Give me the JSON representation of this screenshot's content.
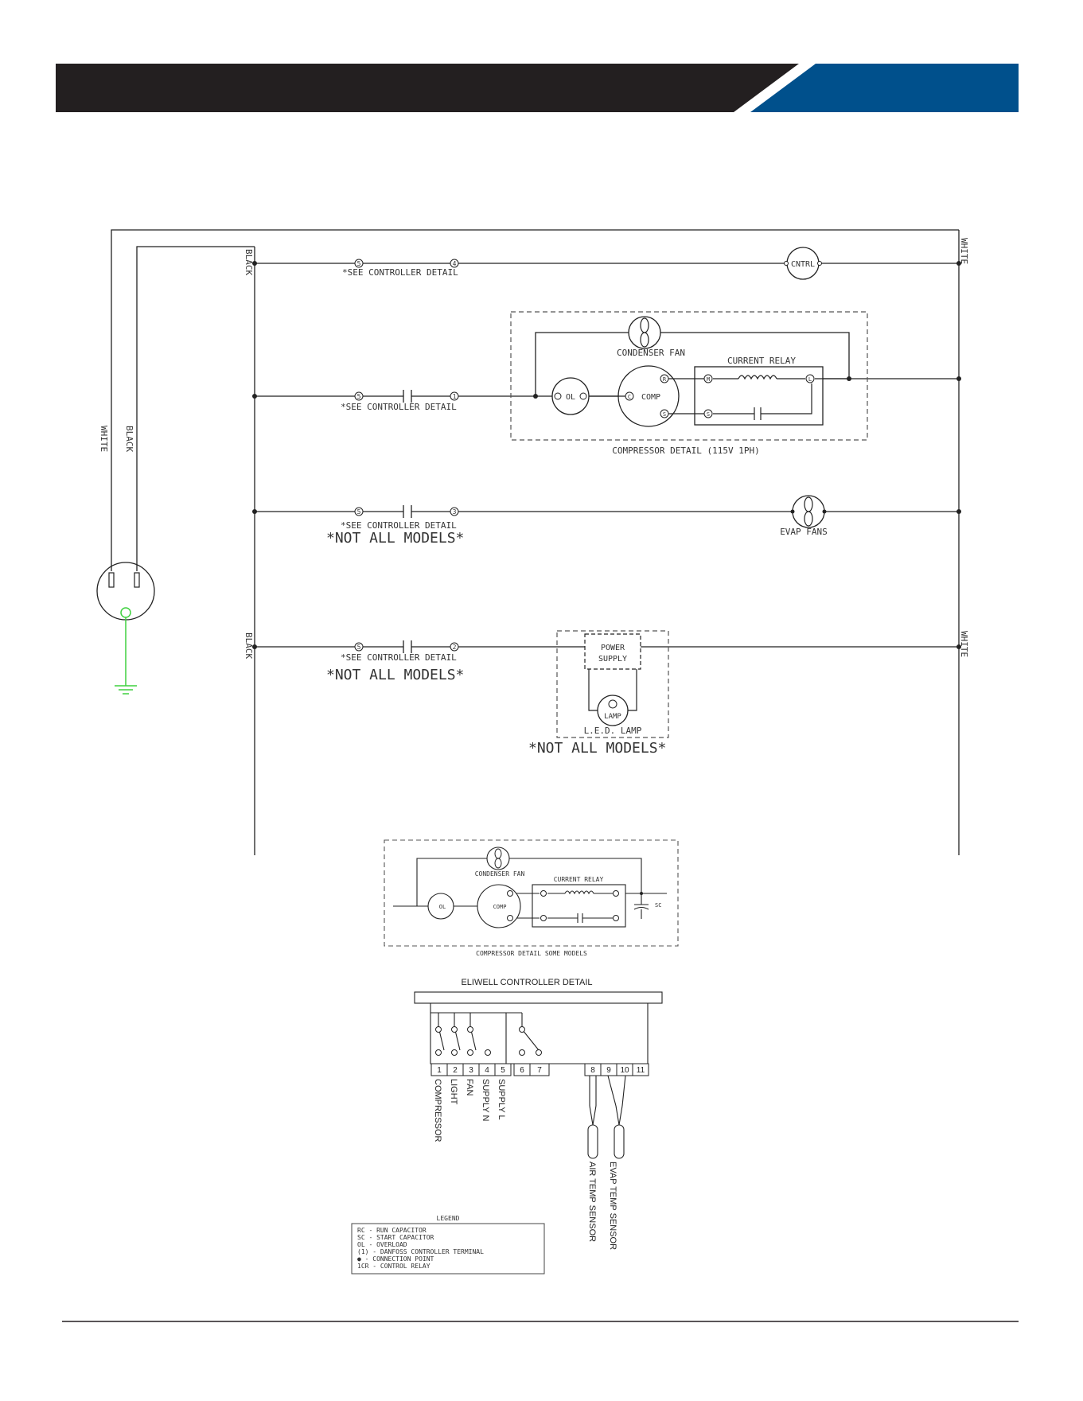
{
  "colors": {
    "header_dark": "#231f20",
    "header_blue": "#00508c",
    "ground_green": "#3fd13f",
    "line": "#222222",
    "dashed": "#555555"
  },
  "wires": {
    "black": "BLACK",
    "white": "WHITE"
  },
  "schematic": {
    "see_detail": "*SEE CONTROLLER DETAIL",
    "not_all_models": "*NOT ALL MODELS*",
    "cntrl": "CNTRL",
    "condenser_fan": "CONDENSER FAN",
    "current_relay": "CURRENT RELAY",
    "ol": "OL",
    "comp": "COMP",
    "c": "C",
    "r": "R",
    "s": "S",
    "m": "M",
    "l": "L",
    "compressor_detail": "COMPRESSOR DETAIL (115V 1PH)",
    "evap_fans": "EVAP FANS",
    "power_supply_1": "POWER",
    "power_supply_2": "SUPPLY",
    "lamp": "LAMP",
    "led_lamp": "L.E.D. LAMP",
    "terminals": [
      "5",
      "4",
      "5",
      "1",
      "5",
      "3",
      "5",
      "2"
    ]
  },
  "alt_compressor": {
    "condenser_fan": "CONDENSER FAN",
    "current_relay": "CURRENT RELAY",
    "ol": "OL",
    "comp": "COMP",
    "sc": "SC",
    "caption": "COMPRESSOR DETAIL SOME MODELS"
  },
  "controller": {
    "title": "ELIWELL CONTROLLER DETAIL",
    "terminals": [
      "1",
      "2",
      "3",
      "4",
      "5",
      "6",
      "7",
      "8",
      "9",
      "10",
      "11"
    ],
    "labels": [
      "COMPRESSOR",
      "LIGHT",
      "FAN",
      "SUPPLY N",
      "SUPPLY L"
    ],
    "sensors": [
      "AIR TEMP SENSOR",
      "EVAP TEMP SENSOR"
    ]
  },
  "legend": {
    "title": "LEGEND",
    "items": [
      "RC - RUN CAPACITOR",
      "SC - START CAPACITOR",
      "OL - OVERLOAD",
      "(1) - DANFOSS CONTROLLER TERMINAL",
      "● - CONNECTION POINT",
      "1CR - CONTROL RELAY"
    ]
  }
}
